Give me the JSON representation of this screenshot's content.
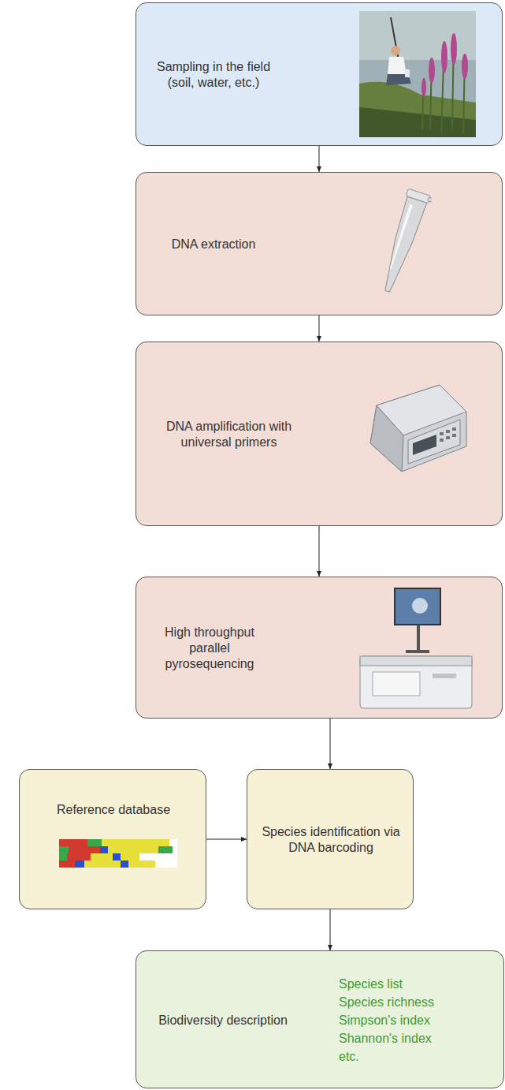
{
  "diagram": {
    "nodes": [
      {
        "text": [
          "Sampling in the field (soil, water, etc.)"
        ]
      },
      {
        "text": [
          "DNA extraction"
        ]
      },
      {
        "text": [
          "DNA amplification with universal primers"
        ]
      },
      {
        "text": [
          "High throughput parallel pyrosequencing"
        ]
      },
      {
        "text": [
          "Reference database"
        ]
      },
      {
        "text": [
          "Species identification via DNA barcoding"
        ]
      },
      {
        "text": [
          "Biodiversity description",
          "Species list",
          "Species richness",
          "Simpson's index",
          "Shannon's index",
          "etc."
        ]
      }
    ],
    "edges": [
      {
        "from": 0,
        "to": 1,
        "arrow": "to"
      },
      {
        "from": 1,
        "to": 2,
        "arrow": "to"
      },
      {
        "from": 2,
        "to": 3,
        "arrow": "to"
      },
      {
        "from": 3,
        "to": 5,
        "arrow": "to"
      },
      {
        "from": 4,
        "to": 5,
        "arrow": "to"
      },
      {
        "from": 5,
        "to": 6,
        "arrow": "to"
      }
    ]
  }
}
